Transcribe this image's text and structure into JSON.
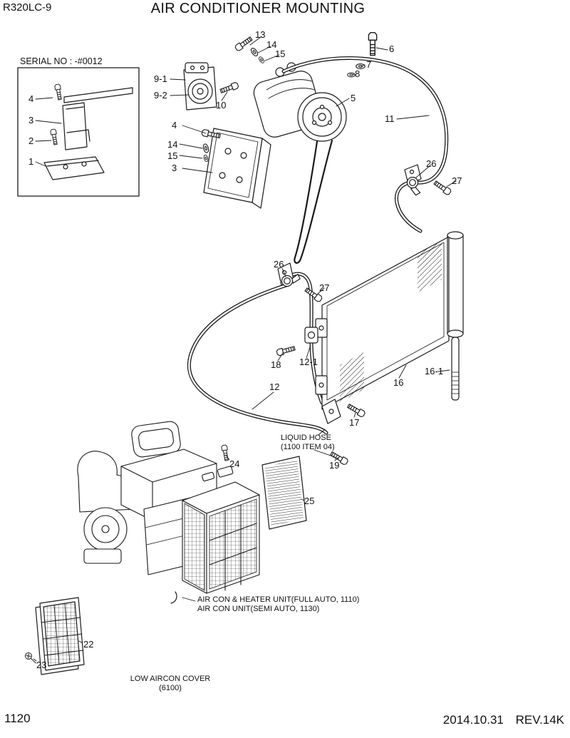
{
  "meta": {
    "model": "R320LC-9",
    "title": "AIR CONDITIONER MOUNTING",
    "page_number": "1120",
    "rev_date": "2014.10.31",
    "rev_code": "REV.14K"
  },
  "colors": {
    "ink": "#1a1a1a",
    "background": "#ffffff"
  },
  "icons": {
    "bolt": "hex-head-bolt",
    "washer": "washer-ring",
    "clamp": "p-clamp",
    "screw": "pan-head-screw"
  },
  "serial_inset": {
    "label": "SERIAL NO : -#0012",
    "callouts": [
      {
        "label": "4"
      },
      {
        "label": "3"
      },
      {
        "label": "2"
      },
      {
        "label": "1"
      }
    ]
  },
  "callouts": [
    {
      "label": "13"
    },
    {
      "label": "14"
    },
    {
      "label": "15"
    },
    {
      "label": "6"
    },
    {
      "label": "7"
    },
    {
      "label": "8"
    },
    {
      "label": "9-1"
    },
    {
      "label": "9-2"
    },
    {
      "label": "10"
    },
    {
      "label": "5"
    },
    {
      "label": "11"
    },
    {
      "label": "4"
    },
    {
      "label": "14"
    },
    {
      "label": "15"
    },
    {
      "label": "3"
    },
    {
      "label": "26"
    },
    {
      "label": "27"
    },
    {
      "label": "26"
    },
    {
      "label": "27"
    },
    {
      "label": "18"
    },
    {
      "label": "12-1"
    },
    {
      "label": "12"
    },
    {
      "label": "16"
    },
    {
      "label": "16-1"
    },
    {
      "label": "17"
    },
    {
      "label": "19"
    },
    {
      "label": "24"
    },
    {
      "label": "25"
    },
    {
      "label": "22"
    },
    {
      "label": "23"
    }
  ],
  "annotations": {
    "liquid_hose_line1": "LIQUID HOSE",
    "liquid_hose_line2": "(1100 ITEM 04)",
    "aircon_line1": "AIR CON & HEATER UNIT(FULL AUTO, 1110)",
    "aircon_line2": "AIR CON UNIT(SEMI AUTO, 1130)",
    "low_cover_line1": "LOW AIRCON COVER",
    "low_cover_line2": "(6100)"
  }
}
